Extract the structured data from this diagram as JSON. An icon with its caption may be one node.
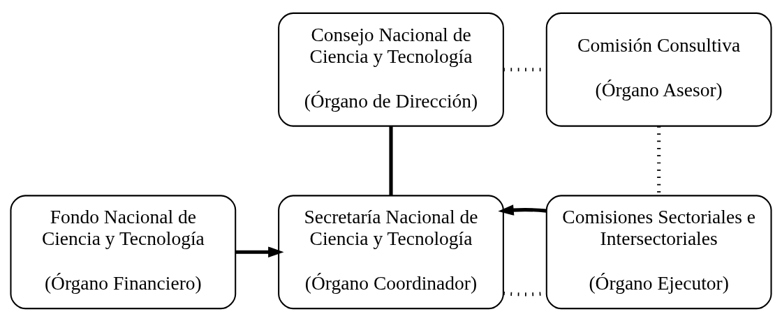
{
  "diagram": {
    "nodes": [
      {
        "text": [
          "Consejo Nacional de Ciencia y Tecnología",
          "(Órgano de Dirección)"
        ]
      },
      {
        "text": [
          "Comisión Consultiva",
          "(Órgano Asesor)"
        ]
      },
      {
        "text": [
          "Fondo Nacional de Ciencia y Tecnología",
          "(Órgano Financiero)"
        ]
      },
      {
        "text": [
          "Secretaría Nacional de Ciencia y Tecnología",
          "(Órgano Coordinador)"
        ]
      },
      {
        "text": [
          "Comisiones Sectoriales e Intersectoriales",
          "(Órgano Ejecutor)"
        ]
      }
    ],
    "edges": [
      {
        "from": 0,
        "to": 1,
        "arrow": "none",
        "style": "dashed"
      },
      {
        "from": 0,
        "to": 3,
        "arrow": "none"
      },
      {
        "from": 1,
        "to": 4,
        "arrow": "none",
        "style": "dashed"
      },
      {
        "from": 2,
        "to": 3,
        "arrow": "to"
      },
      {
        "from": 3,
        "to": 4,
        "arrow": "none",
        "style": "dashed"
      },
      {
        "from": 4,
        "to": 3,
        "arrow": "to"
      }
    ]
  }
}
